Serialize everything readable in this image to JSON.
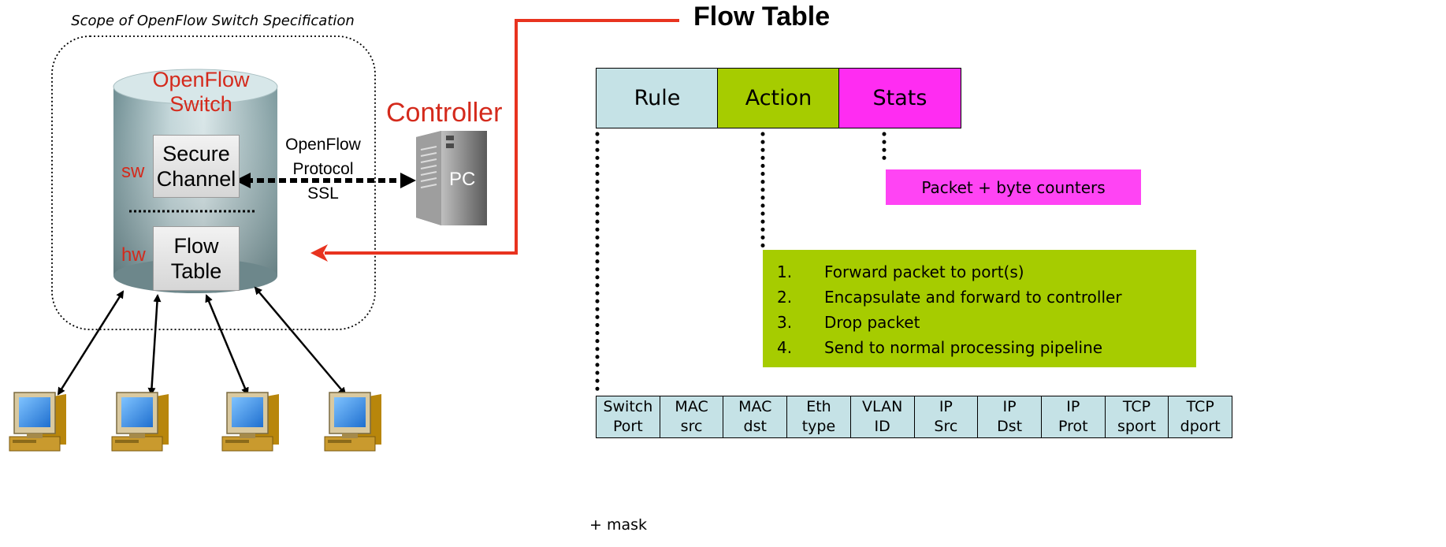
{
  "left_diagram": {
    "scope_label": "Scope of OpenFlow Switch Specification",
    "switch_title": "OpenFlow Switch",
    "sw_label": "sw",
    "hw_label": "hw",
    "secure_channel": "Secure Channel",
    "flow_table": "Flow Table",
    "protocol_lines": [
      "OpenFlow",
      "Protocol",
      "SSL"
    ],
    "controller_label": "Controller",
    "pc_label": "PC",
    "host_count": 4
  },
  "right_diagram": {
    "title": "Flow Table",
    "header_cells": [
      "Rule",
      "Action",
      "Stats"
    ],
    "stats_description": "Packet + byte counters",
    "actions": [
      {
        "num": "1.",
        "text": "Forward packet to port(s)"
      },
      {
        "num": "2.",
        "text": "Encapsulate and forward to controller"
      },
      {
        "num": "3.",
        "text": "Drop packet"
      },
      {
        "num": "4.",
        "text": "Send to normal processing pipeline"
      }
    ],
    "match_fields": [
      {
        "top": "Switch",
        "bottom": "Port"
      },
      {
        "top": "MAC",
        "bottom": "src"
      },
      {
        "top": "MAC",
        "bottom": "dst"
      },
      {
        "top": "Eth",
        "bottom": "type"
      },
      {
        "top": "VLAN",
        "bottom": "ID"
      },
      {
        "top": "IP",
        "bottom": "Src"
      },
      {
        "top": "IP",
        "bottom": "Dst"
      },
      {
        "top": "IP",
        "bottom": "Prot"
      },
      {
        "top": "TCP",
        "bottom": "sport"
      },
      {
        "top": "TCP",
        "bottom": "dport"
      }
    ],
    "mask_note": "+ mask"
  },
  "colors": {
    "accent_red": "#d42a1c",
    "rule_bg": "#c5e2e6",
    "action_bg": "#a6cc00",
    "stats_bg": "#ff2cf2"
  }
}
